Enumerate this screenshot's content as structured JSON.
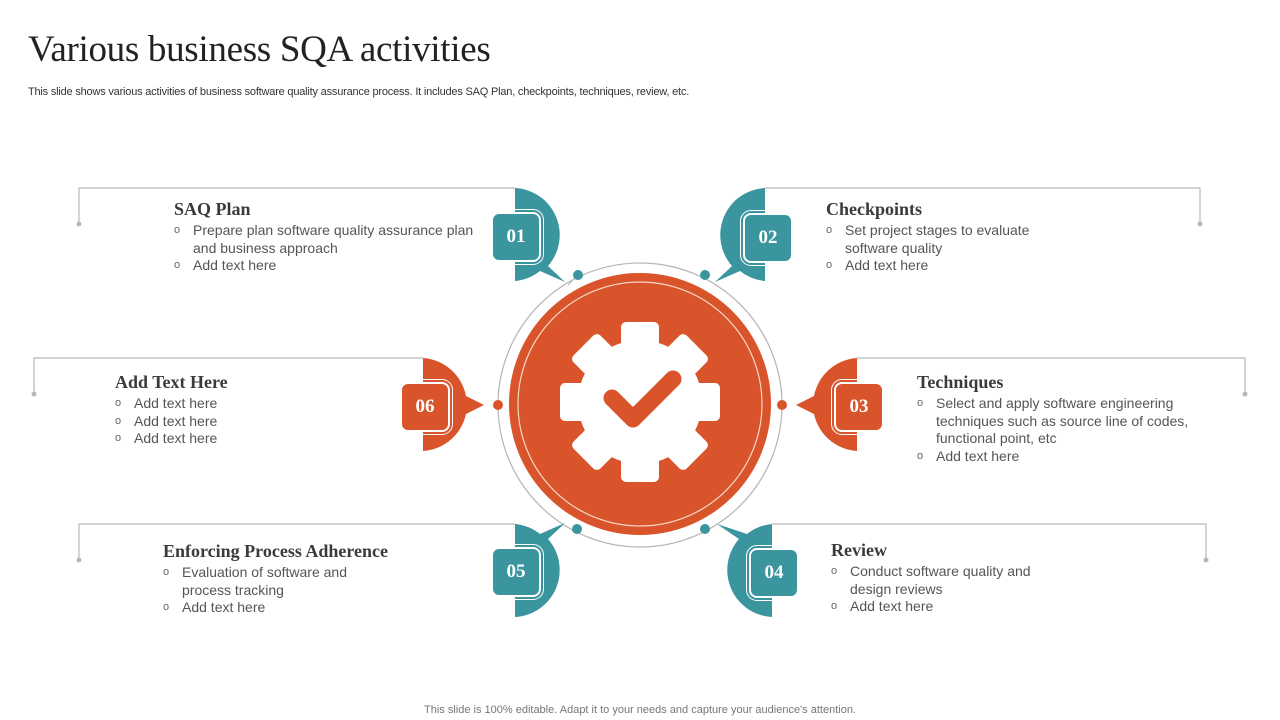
{
  "header": {
    "title": "Various business SQA activities",
    "subtitle": "This slide shows various activities of business software quality assurance process. It includes SAQ Plan, checkpoints, techniques, review, etc."
  },
  "center": {
    "icon": "gear-checkmark-icon",
    "color": "#d9542b"
  },
  "colors": {
    "teal": "#3b959f",
    "orange": "#d9542b",
    "connector": "#b5b5b5"
  },
  "activities": [
    {
      "number": "01",
      "title": "SAQ Plan",
      "color": "teal",
      "bullets": [
        "Prepare plan software quality assurance plan and  business approach",
        "Add text here"
      ]
    },
    {
      "number": "02",
      "title": "Checkpoints",
      "color": "teal",
      "bullets": [
        "Set project stages to evaluate software quality",
        "Add text here"
      ]
    },
    {
      "number": "03",
      "title": "Techniques",
      "color": "orange",
      "bullets": [
        "Select and apply software engineering techniques such as source line of codes, functional point, etc",
        "Add text here"
      ]
    },
    {
      "number": "04",
      "title": "Review",
      "color": "teal",
      "bullets": [
        "Conduct software quality and design reviews",
        "Add text here"
      ]
    },
    {
      "number": "05",
      "title": "Enforcing Process Adherence",
      "color": "teal",
      "bullets": [
        "Evaluation  of software and process tracking",
        "Add text here"
      ]
    },
    {
      "number": "06",
      "title": "Add Text Here",
      "color": "orange",
      "bullets": [
        "Add text here",
        "Add text here",
        "Add text here"
      ]
    }
  ],
  "bullet_glyph": "o",
  "footer": "This slide is 100% editable. Adapt it to your needs and capture your audience's attention."
}
